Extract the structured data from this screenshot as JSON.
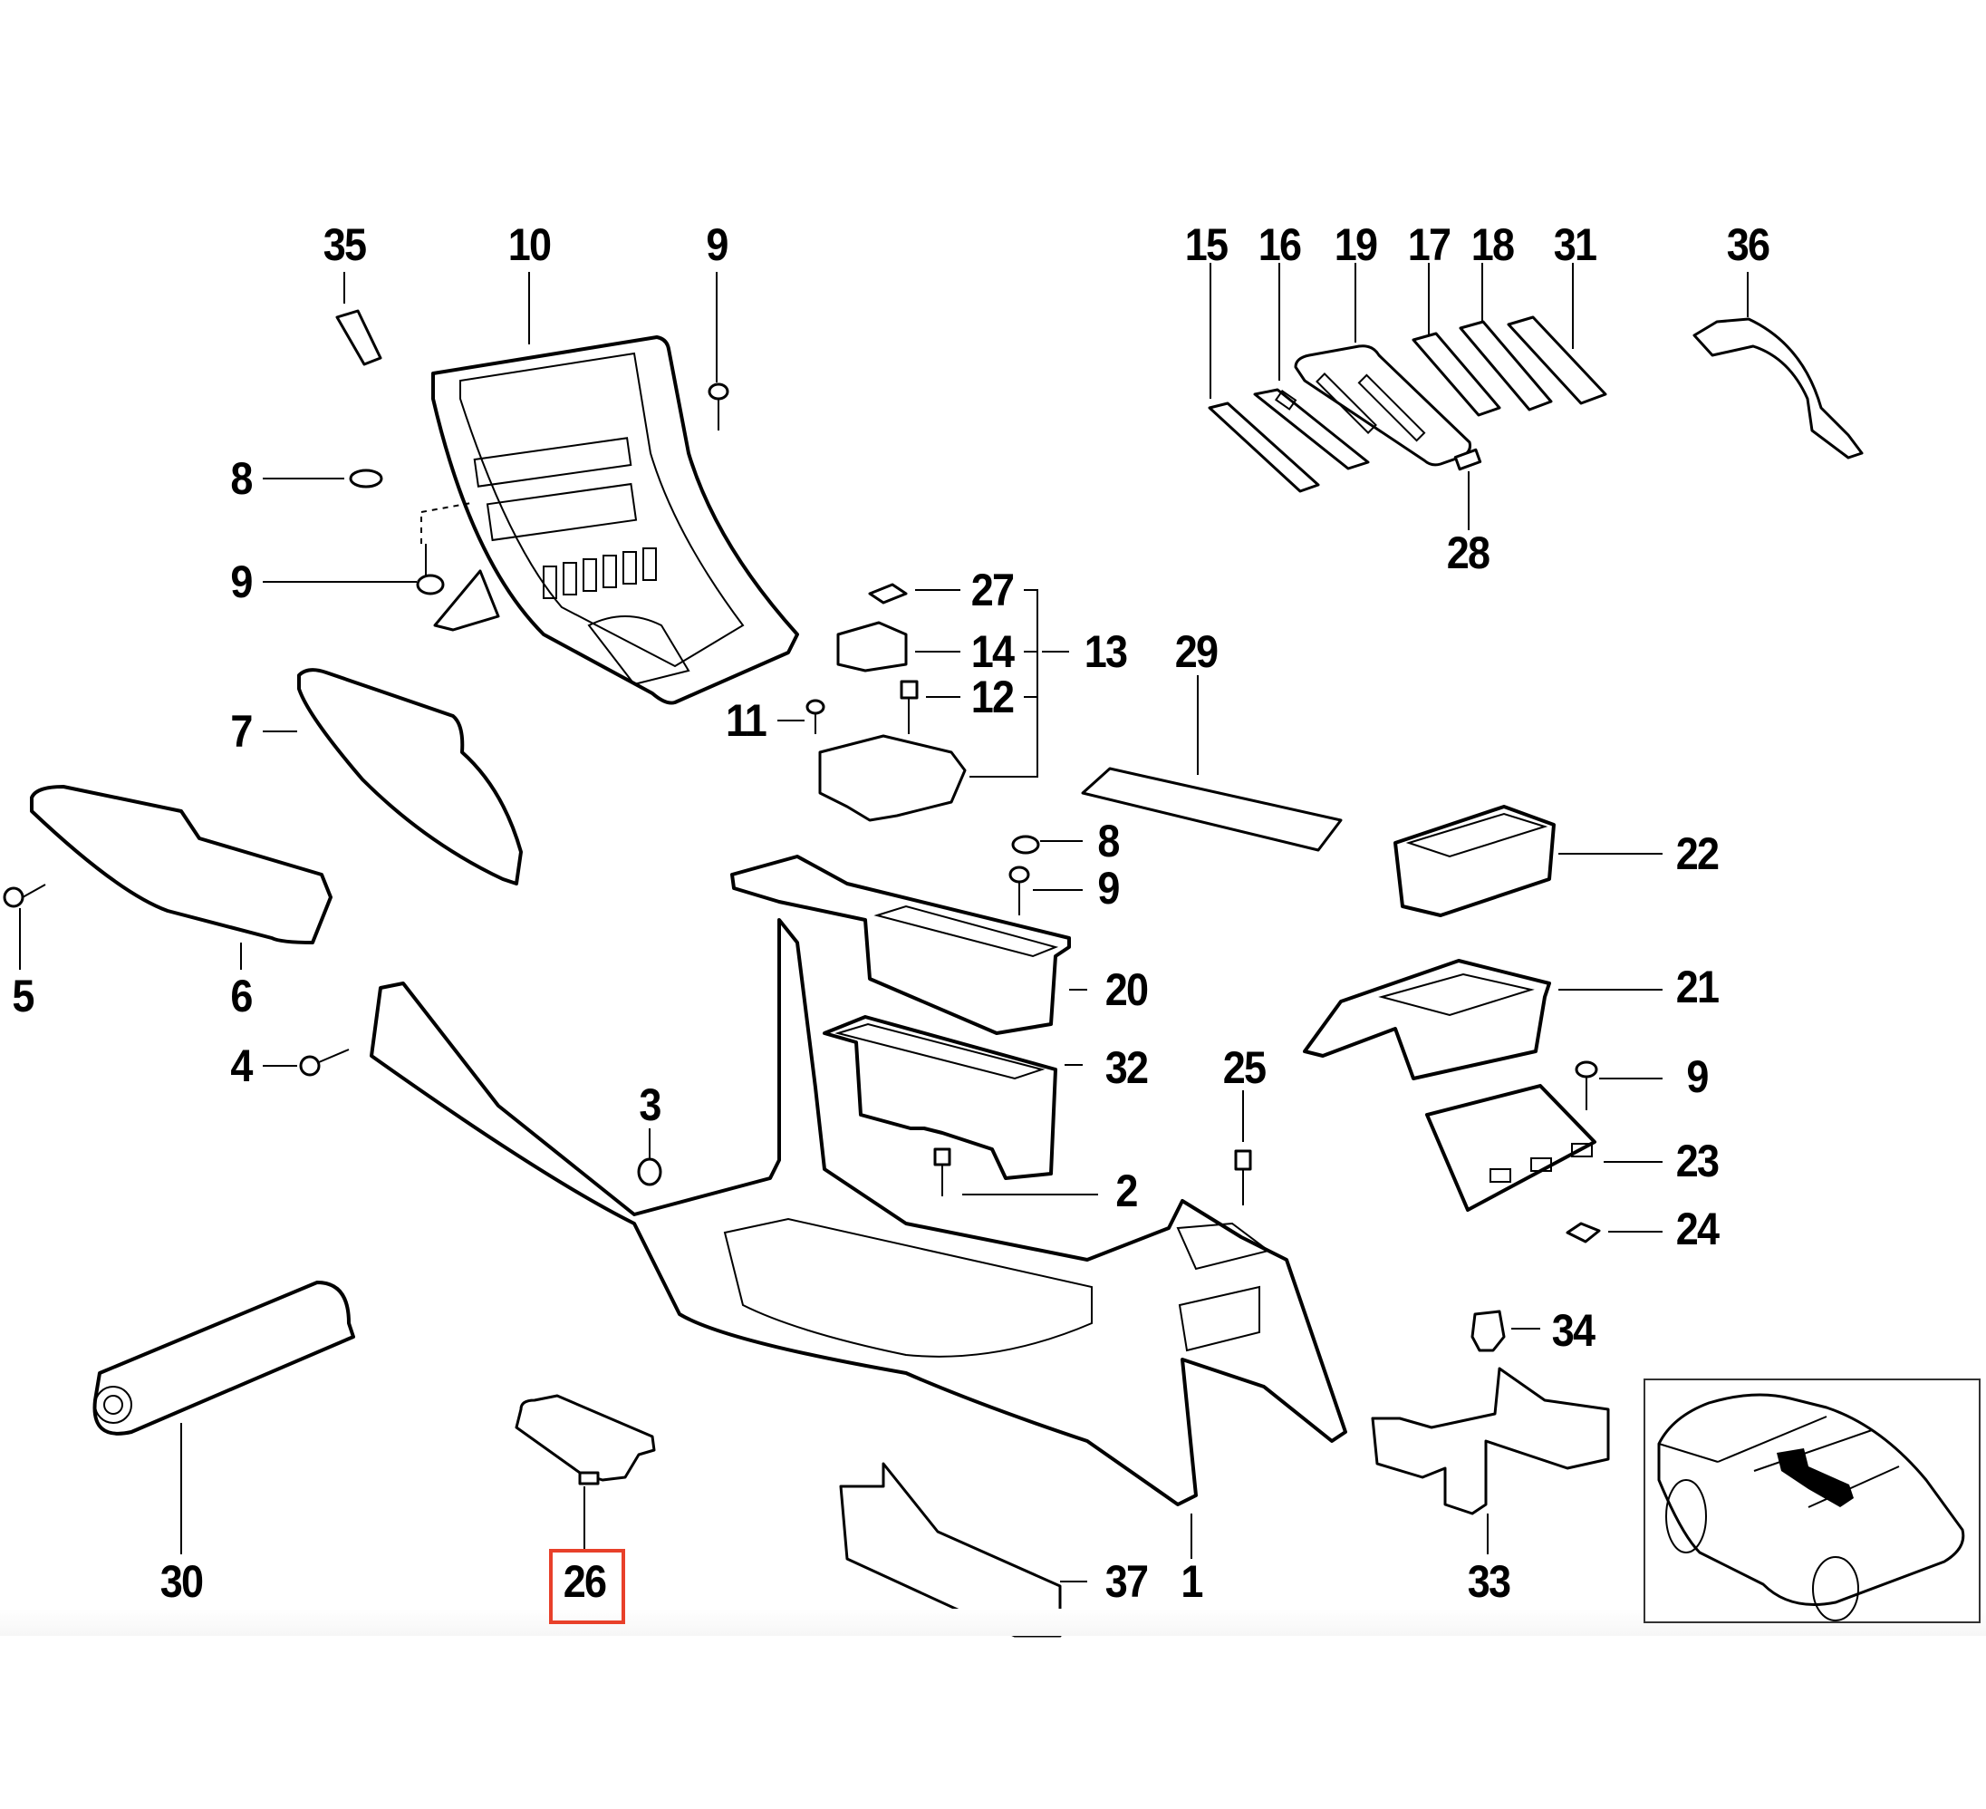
{
  "diagram": {
    "title": "Center console exploded parts diagram",
    "highlighted_part": "26",
    "highlight_color": "#e8402a",
    "callouts": [
      {
        "id": "c35",
        "label": "35",
        "part": "cover-strip"
      },
      {
        "id": "c10",
        "label": "10",
        "part": "center-console-trim-panel"
      },
      {
        "id": "c9a",
        "label": "9",
        "part": "screw"
      },
      {
        "id": "c15",
        "label": "15",
        "part": "switch-blank-strip"
      },
      {
        "id": "c16",
        "label": "16",
        "part": "switch-frame"
      },
      {
        "id": "c19",
        "label": "19",
        "part": "switch-panel"
      },
      {
        "id": "c17",
        "label": "17",
        "part": "switch-frame-2"
      },
      {
        "id": "c18",
        "label": "18",
        "part": "switch-frame-3"
      },
      {
        "id": "c31",
        "label": "31",
        "part": "switch-frame-4"
      },
      {
        "id": "c36",
        "label": "36",
        "part": "bracket"
      },
      {
        "id": "c8a",
        "label": "8",
        "part": "clip-nut"
      },
      {
        "id": "c9b",
        "label": "9",
        "part": "screw"
      },
      {
        "id": "c28",
        "label": "28",
        "part": "plug"
      },
      {
        "id": "c27",
        "label": "27",
        "part": "clip"
      },
      {
        "id": "c14",
        "label": "14",
        "part": "insert"
      },
      {
        "id": "c13",
        "label": "13",
        "part": "storage-compartment-assembly"
      },
      {
        "id": "c29",
        "label": "29",
        "part": "mat"
      },
      {
        "id": "c12",
        "label": "12",
        "part": "bolt"
      },
      {
        "id": "c11",
        "label": "11",
        "part": "screw"
      },
      {
        "id": "c7",
        "label": "7",
        "part": "side-trim-right"
      },
      {
        "id": "c8b",
        "label": "8",
        "part": "cap"
      },
      {
        "id": "c9c",
        "label": "9",
        "part": "screw"
      },
      {
        "id": "c22",
        "label": "22",
        "part": "storage-tray"
      },
      {
        "id": "c5",
        "label": "5",
        "part": "screw"
      },
      {
        "id": "c6",
        "label": "6",
        "part": "side-trim-left"
      },
      {
        "id": "c20",
        "label": "20",
        "part": "storage-compartment"
      },
      {
        "id": "c21",
        "label": "21",
        "part": "storage-tray-rear"
      },
      {
        "id": "c4",
        "label": "4",
        "part": "screw"
      },
      {
        "id": "c32",
        "label": "32",
        "part": "holder"
      },
      {
        "id": "c25",
        "label": "25",
        "part": "bolt"
      },
      {
        "id": "c9d",
        "label": "9",
        "part": "screw"
      },
      {
        "id": "c3",
        "label": "3",
        "part": "expanding-rivet"
      },
      {
        "id": "c23",
        "label": "23",
        "part": "ashtray-housing"
      },
      {
        "id": "c2",
        "label": "2",
        "part": "bolt"
      },
      {
        "id": "c24",
        "label": "24",
        "part": "clip"
      },
      {
        "id": "c34",
        "label": "34",
        "part": "grommet"
      },
      {
        "id": "c30",
        "label": "30",
        "part": "insulation-roll"
      },
      {
        "id": "c26",
        "label": "26",
        "part": "cover-cap"
      },
      {
        "id": "c37",
        "label": "37",
        "part": "rear-panel"
      },
      {
        "id": "c1",
        "label": "1",
        "part": "center-console"
      },
      {
        "id": "c33",
        "label": "33",
        "part": "support-bracket"
      }
    ],
    "inset": {
      "description": "Vehicle location overview showing center console position"
    }
  }
}
